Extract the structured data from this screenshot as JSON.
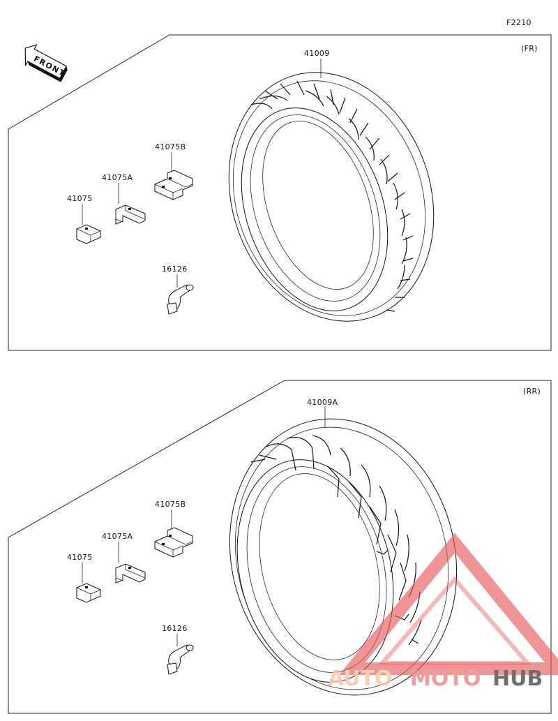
{
  "figure_code": "F2210",
  "front_badge": "FRONT",
  "panels": [
    {
      "id": "front",
      "tag": "(FR)",
      "tire_part": "41009",
      "parts": [
        "41075B",
        "41075A",
        "41075",
        "16126"
      ]
    },
    {
      "id": "rear",
      "tag": "(RR)",
      "tire_part": "41009A",
      "parts": [
        "41075B",
        "41075A",
        "41075",
        "16126"
      ]
    }
  ],
  "watermark": {
    "part1": "AUTO",
    "part2": "MOTO",
    "part3": "HUB",
    "color_auto": "#f6c9a8",
    "color_moto": "#f08a8a",
    "color_hub": "#555555",
    "triangle_color": "#e85a5a"
  }
}
